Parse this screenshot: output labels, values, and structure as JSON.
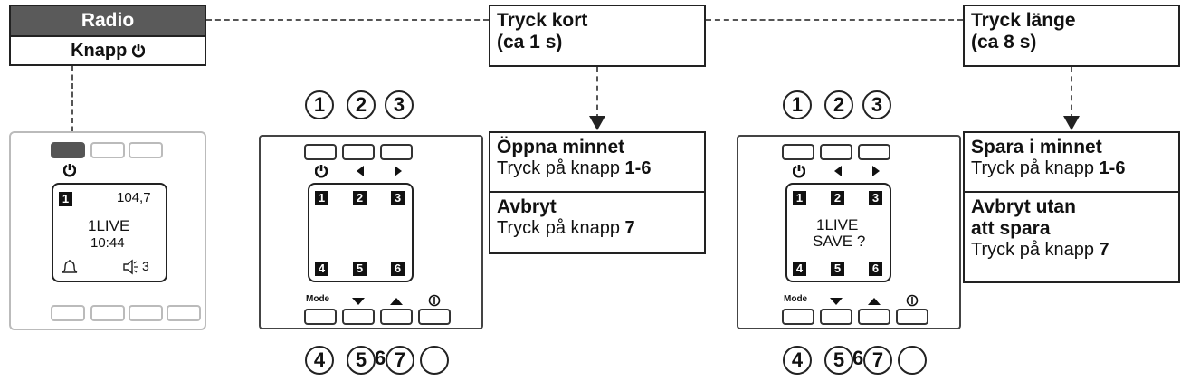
{
  "radio_tab": {
    "title": "Radio",
    "subtitle": "Knapp",
    "sub_icon": "power-icon"
  },
  "device_left": {
    "screen": {
      "preset_number": "1",
      "frequency": "104,7",
      "station": "1LIVE",
      "time": "10:44",
      "volume": "3",
      "alarm_icon": "bell-icon",
      "speaker_icon": "speaker-icon"
    }
  },
  "diagram1": {
    "top_labels": {
      "b1": "1",
      "b2": "2",
      "b3": "3"
    },
    "bottom_labels": {
      "b4": "4",
      "b5": "5",
      "b6": "6",
      "b7": "7"
    },
    "mode_label": "Mode",
    "screen_numbers": [
      "1",
      "2",
      "3",
      "4",
      "5",
      "6"
    ],
    "screen_text_1": "",
    "screen_text_2": ""
  },
  "diagram2": {
    "top_labels": {
      "b1": "1",
      "b2": "2",
      "b3": "3"
    },
    "bottom_labels": {
      "b4": "4",
      "b5": "5",
      "b6": "6",
      "b7": "7"
    },
    "mode_label": "Mode",
    "screen_numbers": [
      "1",
      "2",
      "3",
      "4",
      "5",
      "6"
    ],
    "screen_text_1": "1LIVE",
    "screen_text_2": "SAVE ?"
  },
  "short_press": {
    "header_line1": "Tryck kort",
    "header_line2": "(ca 1 s)",
    "open_title": "Öppna minnet",
    "open_body": "Tryck på knapp ",
    "open_key": "1-6",
    "cancel_title": "Avbryt",
    "cancel_body": "Tryck på knapp ",
    "cancel_key": "7"
  },
  "long_press": {
    "header_line1": "Tryck länge",
    "header_line2": "(ca 8 s)",
    "save_title": "Spara i minnet",
    "save_body": "Tryck på knapp ",
    "save_key": "1-6",
    "cancel_title_1": "Avbryt utan",
    "cancel_title_2": "att spara",
    "cancel_body": "Tryck på knapp ",
    "cancel_key": "7"
  }
}
